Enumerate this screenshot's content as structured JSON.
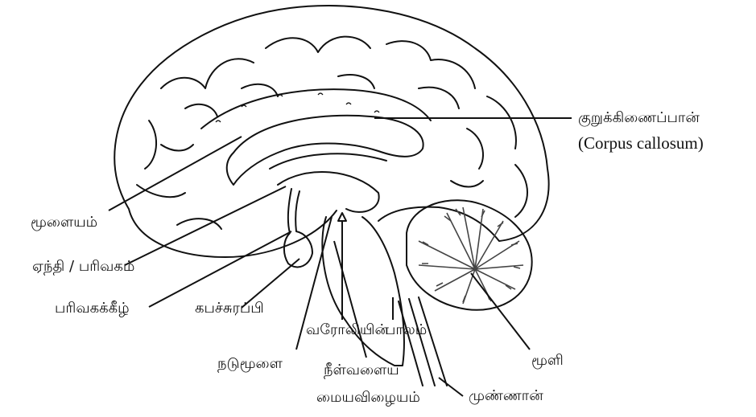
{
  "labels": {
    "corpus_callosum_ta": "குறுக்கிணைப்பான்",
    "corpus_callosum_en": "(Corpus callosum)",
    "cerebrum": "மூளையம்",
    "thalamus_hypothalamus": "ஏந்தி  /  பரிவகம்",
    "hypothalamus_lower": "பரிவகக்கீழ்",
    "pituitary": "கபச்சுரப்பி",
    "varolii": "வரோலியின்",
    "pons": "பாலம்",
    "midbrain": "நடுமூளை",
    "medulla_1": "நீள்வளைய",
    "medulla_2": "மையவிழையம்",
    "spinal_cord": "முண்ணான்",
    "cerebellum": "மூளி"
  },
  "colors": {
    "ink": "#111111",
    "cerebellum_fill": "#444444",
    "background": "#ffffff"
  }
}
